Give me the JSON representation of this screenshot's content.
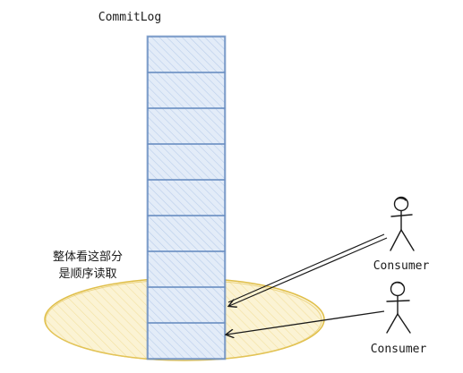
{
  "title": "CommitLog",
  "annotation": {
    "line1": "整体看这部分",
    "line2": "是顺序读取"
  },
  "consumers": [
    {
      "label": "Consumer"
    },
    {
      "label": "Consumer"
    }
  ],
  "log": {
    "segment_count": 9
  },
  "colors": {
    "log_fill": "#dbe7f7",
    "log_stroke": "#6b8fc2",
    "ellipse_fill": "#fbf3d4",
    "ellipse_stroke": "#e0bf4a",
    "ink": "#1a1a1a"
  }
}
